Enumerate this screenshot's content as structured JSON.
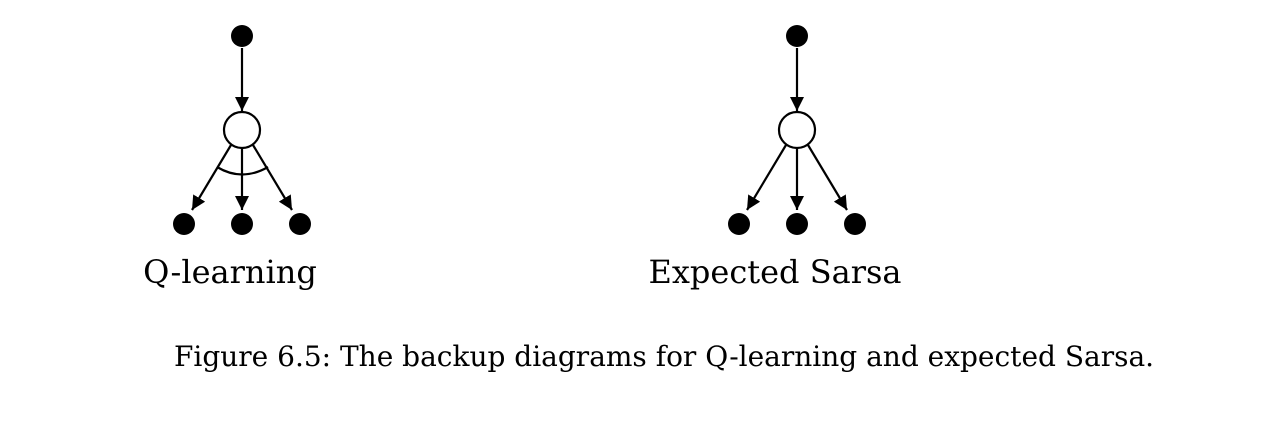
{
  "diagrams": [
    {
      "id": "q-learning",
      "label": "Q-learning",
      "action_arc": true
    },
    {
      "id": "expected-sarsa",
      "label": "Expected Sarsa",
      "action_arc": false
    }
  ],
  "caption": "Figure 6.5: The backup diagrams for Q-learning and expected Sarsa.",
  "colors": {
    "ink": "#000000",
    "background": "#ffffff"
  }
}
